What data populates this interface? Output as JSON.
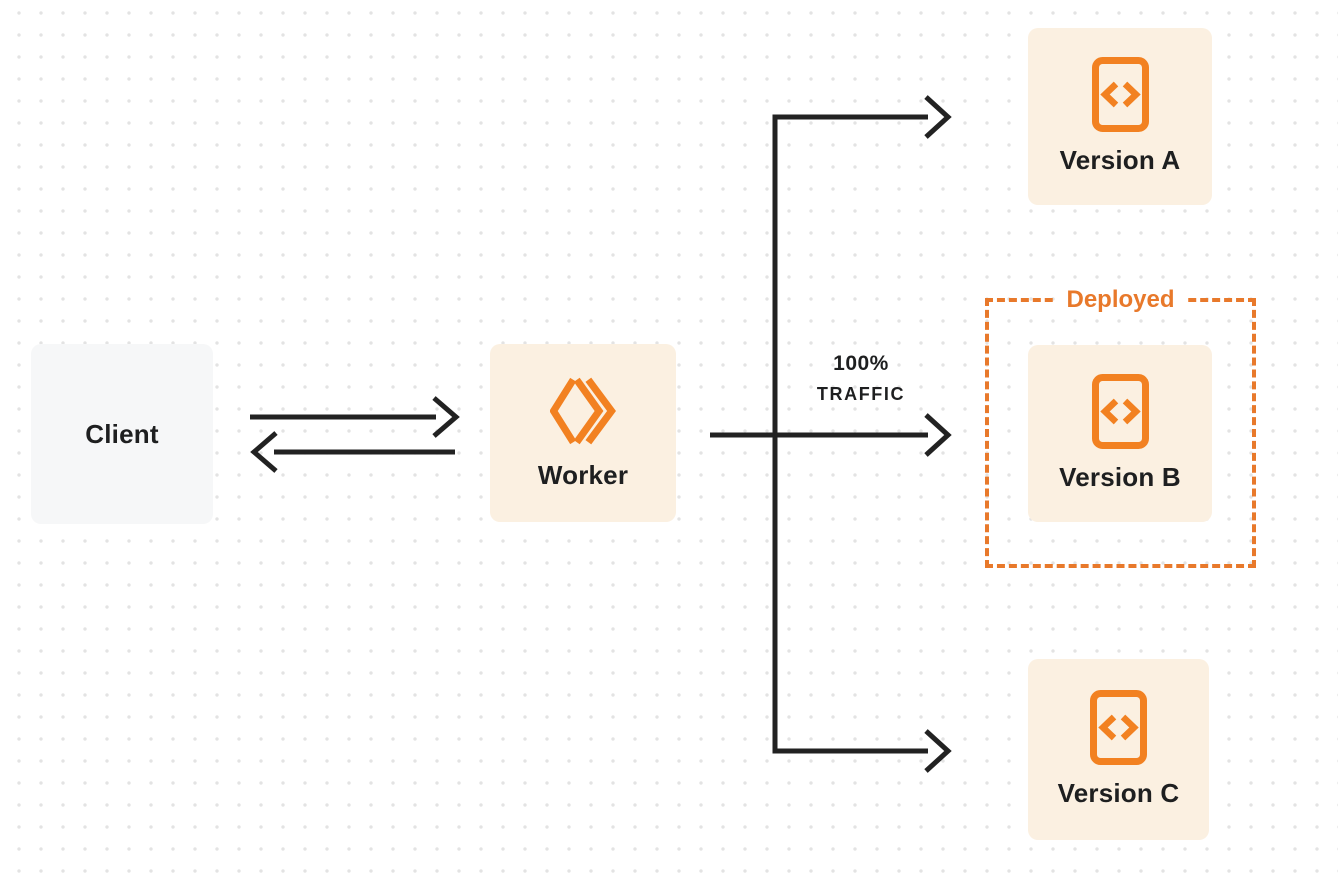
{
  "colors": {
    "accent_orange": "#F28121",
    "deployed_orange": "#E8792B",
    "box_cream": "#FBF0E1",
    "box_gray": "#F6F7F8",
    "arrow_dark": "#222222",
    "text_dark": "#1E1F20",
    "dot_gray": "#E3E3E3"
  },
  "nodes": {
    "client": {
      "label": "Client"
    },
    "worker": {
      "label": "Worker"
    },
    "version_a": {
      "label": "Version A"
    },
    "version_b": {
      "label": "Version B"
    },
    "version_c": {
      "label": "Version C"
    }
  },
  "annotations": {
    "deployed_label": "Deployed",
    "traffic_percent": "100%",
    "traffic_word": "TRAFFIC"
  },
  "icons": {
    "worker_logo": "worker-logo-icon",
    "version_code": "code-file-icon"
  }
}
